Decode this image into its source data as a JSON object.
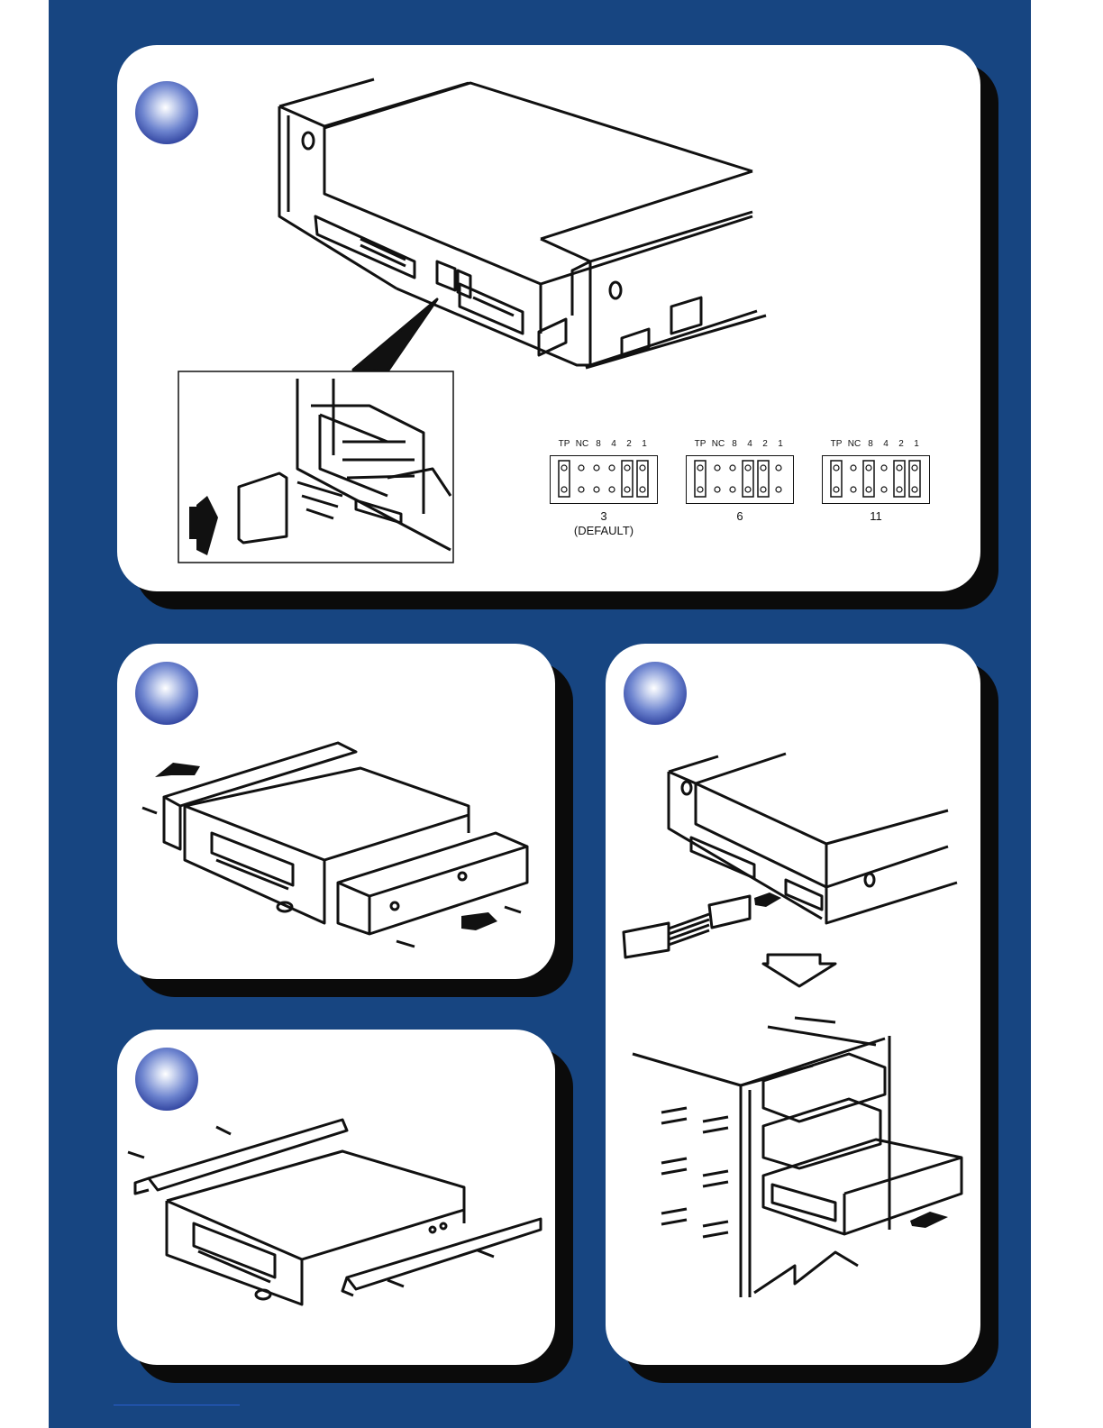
{
  "colors": {
    "page_background": "#174581",
    "panel": "#ffffff",
    "panel_shadow": "#0b0b0b",
    "step_ball": "#3a52b0"
  },
  "panels": [
    {
      "id": "jumper-settings",
      "icon": "tape-drive-jumper-illustration"
    },
    {
      "id": "remove-rails",
      "icon": "remove-mounting-rails-illustration"
    },
    {
      "id": "attach-brackets",
      "icon": "attach-mounting-brackets-illustration"
    },
    {
      "id": "install-drive",
      "icon": "connect-power-and-insert-drive-illustration"
    }
  ],
  "jumpers": {
    "pin_labels": [
      "TP",
      "NC",
      "8",
      "4",
      "2",
      "1"
    ],
    "settings": [
      {
        "id": "3",
        "caption_line1": "3",
        "caption_line2": "(DEFAULT)",
        "jumpered": [
          "TP",
          "2",
          "1"
        ]
      },
      {
        "id": "6",
        "caption_line1": "6",
        "caption_line2": "",
        "jumpered": [
          "TP",
          "4",
          "2"
        ]
      },
      {
        "id": "11",
        "caption_line1": "11",
        "caption_line2": "",
        "jumpered": [
          "TP",
          "8",
          "2",
          "1"
        ]
      }
    ]
  }
}
